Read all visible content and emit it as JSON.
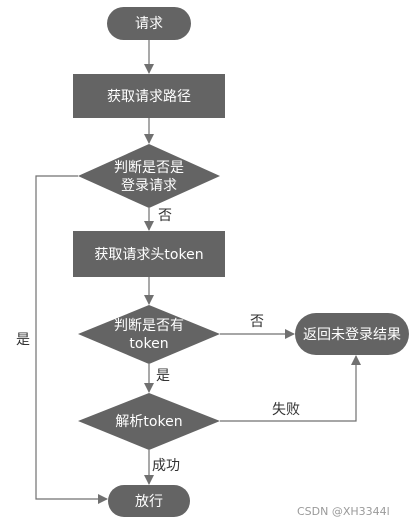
{
  "nodes": {
    "request": "请求",
    "get_path": "获取请求路径",
    "is_login_line1": "判断是否是",
    "is_login_line2": "登录请求",
    "get_token": "获取请求头token",
    "has_token_line1": "判断是否有",
    "has_token_line2": "token",
    "parse_token": "解析token",
    "return_not_logged_in": "返回未登录结果",
    "allow": "放行"
  },
  "edge_labels": {
    "not_login": "否",
    "is_login": "是",
    "no_token": "否",
    "has_token": "是",
    "parse_fail": "失败",
    "parse_success": "成功"
  },
  "watermark": "CSDN @XH3344l",
  "colors": {
    "node_fill": "#646464",
    "edge": "#707070",
    "node_text": "#ffffff",
    "label_text": "#333333"
  }
}
